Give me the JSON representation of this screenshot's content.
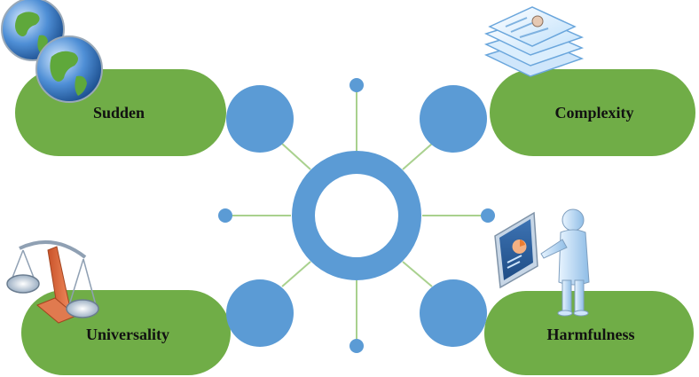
{
  "colors": {
    "pill_green": "#70AD47",
    "node_blue": "#5B9BD5",
    "connector_green": "#A9D18E",
    "background": "#FFFFFF"
  },
  "labels": {
    "top_left": "Sudden",
    "top_right": "Complexity",
    "bottom_left": "Universality",
    "bottom_right": "Harmfulness"
  },
  "icons": {
    "top_left": "globe-icons",
    "top_right": "document-stack-icon",
    "bottom_left": "balance-scale-icon",
    "bottom_right": "presenter-with-chart-icon"
  }
}
